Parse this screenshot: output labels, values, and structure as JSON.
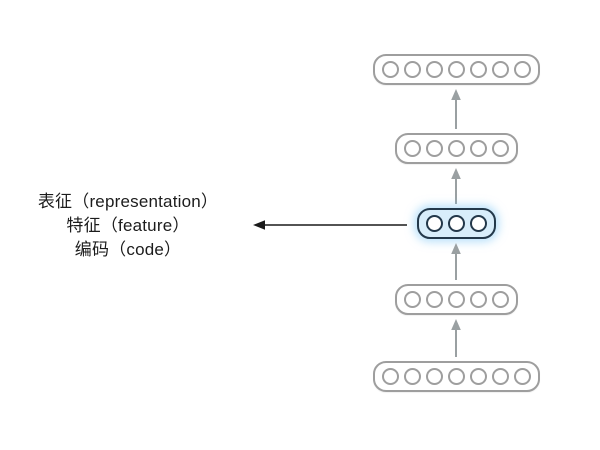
{
  "annotation": {
    "lines": [
      "表征（representation）",
      "特征（feature）",
      "编码（code）"
    ]
  },
  "diagram": {
    "type": "stacked-autoencoder-layers",
    "flow_direction": "up",
    "layers": [
      {
        "id": "layer-output",
        "units": 7,
        "highlight": false
      },
      {
        "id": "layer-hidden-upper",
        "units": 5,
        "highlight": false
      },
      {
        "id": "layer-code",
        "units": 3,
        "highlight": true
      },
      {
        "id": "layer-hidden-lower",
        "units": 5,
        "highlight": false
      },
      {
        "id": "layer-input",
        "units": 7,
        "highlight": false
      }
    ],
    "flow_arrow_count": 4,
    "pointer_arrow": {
      "direction": "left",
      "points_from": "annotation",
      "points_to": "layer-code"
    }
  },
  "colors": {
    "background": "#ffffff",
    "layer_border": "#9e9e9e",
    "unit_fill": "#ffffff",
    "flow_arrow": "#9aa0a2",
    "highlight_border": "#23384a",
    "highlight_fill": "#d8edfa",
    "pointer_arrow": "#1a1a1a",
    "text": "#1c1c1c"
  }
}
